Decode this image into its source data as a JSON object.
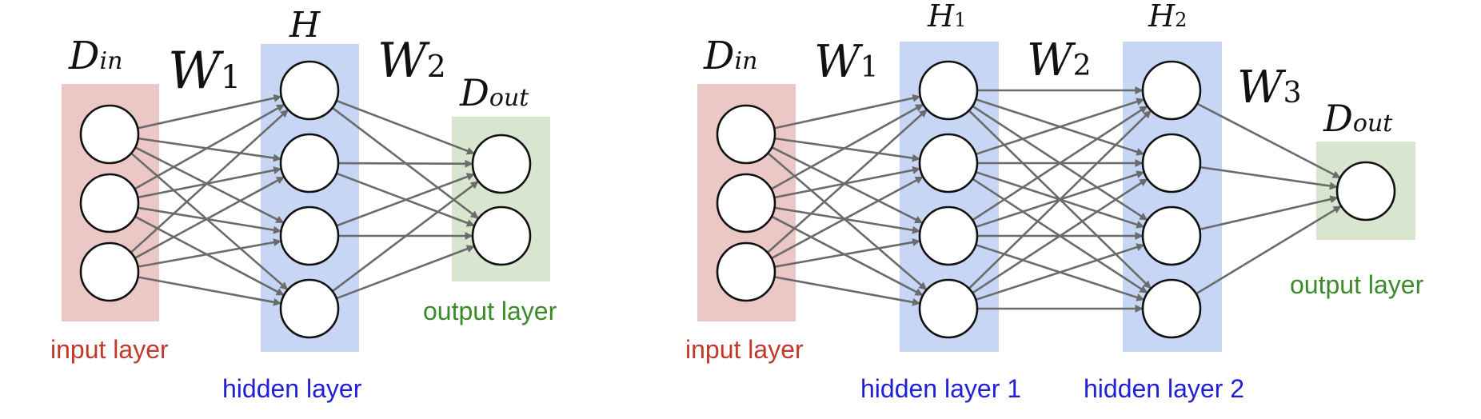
{
  "colors": {
    "input_band": "#ebc8c6",
    "hidden_band": "#c6d6f4",
    "output_band": "#d8e6cf",
    "input_caption": "#c0392b",
    "hidden_caption": "#1f1fd6",
    "output_caption": "#3a8a2a",
    "edge": "#6b6b6b"
  },
  "left_network": {
    "d_in": {
      "base": "D",
      "sub": "in"
    },
    "w1": {
      "base": "W",
      "sub": "1"
    },
    "h": {
      "base": "H",
      "sub": ""
    },
    "w2": {
      "base": "W",
      "sub": "2"
    },
    "d_out": {
      "base": "D",
      "sub": "out"
    },
    "input_caption": "input layer",
    "hidden_caption": "hidden layer",
    "output_caption": "output layer",
    "layer_sizes": [
      3,
      4,
      2
    ]
  },
  "right_network": {
    "d_in": {
      "base": "D",
      "sub": "in"
    },
    "w1": {
      "base": "W",
      "sub": "1"
    },
    "h1": {
      "base": "H",
      "sub": "1"
    },
    "w2": {
      "base": "W",
      "sub": "2"
    },
    "h2": {
      "base": "H",
      "sub": "2"
    },
    "w3": {
      "base": "W",
      "sub": "3"
    },
    "d_out": {
      "base": "D",
      "sub": "out"
    },
    "input_caption": "input layer",
    "hidden1_caption": "hidden layer 1",
    "hidden2_caption": "hidden layer 2",
    "output_caption": "output layer",
    "layer_sizes": [
      3,
      4,
      4,
      1
    ]
  }
}
